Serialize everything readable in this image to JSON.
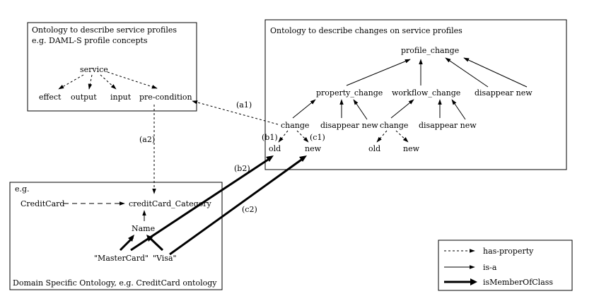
{
  "service_box": {
    "title_line1": "Ontology to describe service profiles",
    "title_line2": "e.g. DAML-S profile concepts",
    "service": "service",
    "effect": "effect",
    "output": "output",
    "input": "input",
    "precondition": "pre-condition"
  },
  "changes_box": {
    "title": "Ontology to describe changes on service profiles",
    "profile_change": "profile_change",
    "property_change": "property_change",
    "workflow_change": "workflow_change",
    "disappear_new_top": "disappear new",
    "change_left": "change",
    "disappear_new_left": "disappear new",
    "change_right": "change",
    "disappear_new_right": "disappear new",
    "old_left": "old",
    "new_left": "new",
    "old_right": "old",
    "new_right": "new"
  },
  "domain_box": {
    "eg": "e.g.",
    "credit_card": "CreditCard",
    "credit_card_category": "creditCard_Category",
    "name": "Name",
    "mastercard": "\"MasterCard\"",
    "visa": "\"Visa\"",
    "caption": "Domain Specific Ontology, e.g. CreditCard ontology"
  },
  "edge_labels": {
    "a1": "(a1)",
    "a2": "(a2)",
    "b1": "(b1)",
    "c1": "(c1)",
    "b2": "(b2)",
    "c2": "(c2)"
  },
  "legend": {
    "has_property": "has-property",
    "is_a": "is-a",
    "is_member_of_class": "isMemberOfClass"
  }
}
